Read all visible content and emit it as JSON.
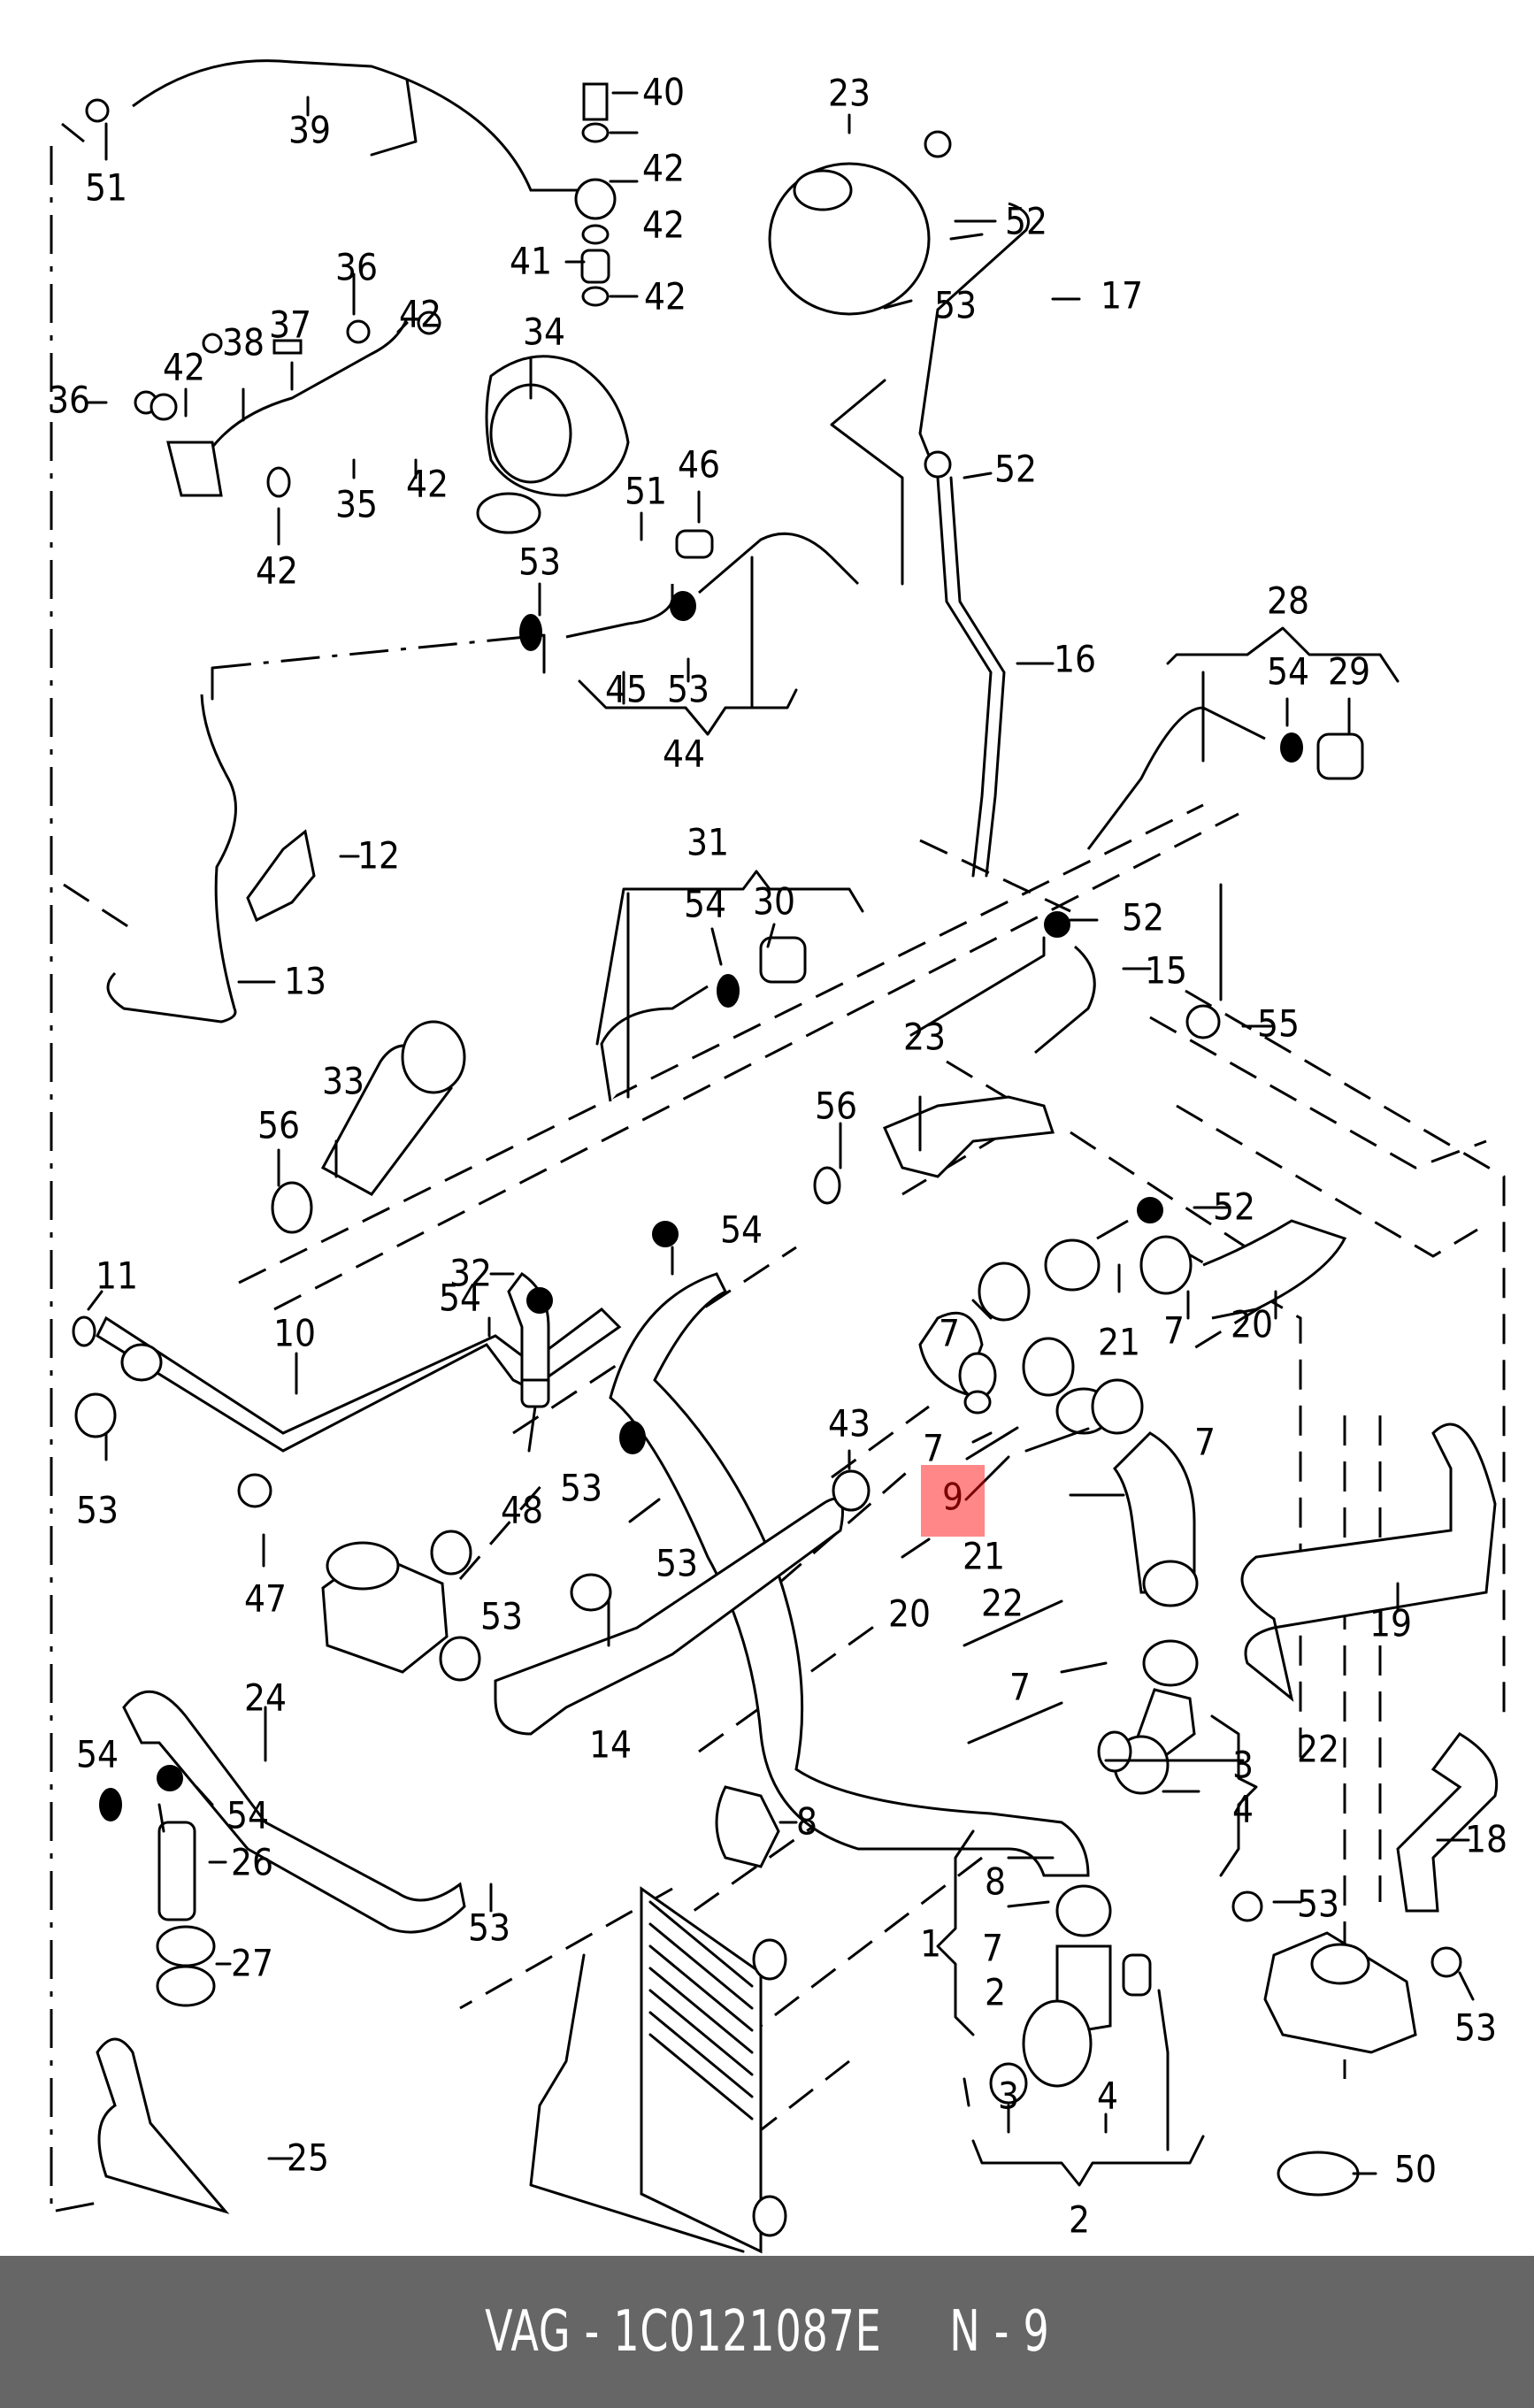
{
  "diagram": {
    "title": "Coolant system hoses and connections",
    "highlight": {
      "label": "9",
      "color": "#ff0000",
      "opacity": 0.47
    },
    "callouts": [
      {
        "id": "c51a",
        "label": "51"
      },
      {
        "id": "c39",
        "label": "39"
      },
      {
        "id": "c40",
        "label": "40"
      },
      {
        "id": "c42a",
        "label": "42"
      },
      {
        "id": "c42b",
        "label": "42"
      },
      {
        "id": "c41",
        "label": "41"
      },
      {
        "id": "c42c",
        "label": "42"
      },
      {
        "id": "c23a",
        "label": "23"
      },
      {
        "id": "c52a",
        "label": "52"
      },
      {
        "id": "c17",
        "label": "17"
      },
      {
        "id": "c53a",
        "label": "53"
      },
      {
        "id": "c36a",
        "label": "36"
      },
      {
        "id": "c42d",
        "label": "42"
      },
      {
        "id": "c38",
        "label": "38"
      },
      {
        "id": "c37",
        "label": "37"
      },
      {
        "id": "c36b",
        "label": "36"
      },
      {
        "id": "c42e",
        "label": "42"
      },
      {
        "id": "c34",
        "label": "34"
      },
      {
        "id": "c35",
        "label": "35"
      },
      {
        "id": "c42f",
        "label": "42"
      },
      {
        "id": "c42g",
        "label": "42"
      },
      {
        "id": "c52b",
        "label": "52"
      },
      {
        "id": "c46",
        "label": "46"
      },
      {
        "id": "c51b",
        "label": "51"
      },
      {
        "id": "c53b",
        "label": "53"
      },
      {
        "id": "c45",
        "label": "45"
      },
      {
        "id": "c53c",
        "label": "53"
      },
      {
        "id": "c44",
        "label": "44"
      },
      {
        "id": "c16",
        "label": "16"
      },
      {
        "id": "c28",
        "label": "28"
      },
      {
        "id": "c54a",
        "label": "54"
      },
      {
        "id": "c29",
        "label": "29"
      },
      {
        "id": "c12",
        "label": "12"
      },
      {
        "id": "c13",
        "label": "13"
      },
      {
        "id": "c31",
        "label": "31"
      },
      {
        "id": "c54b",
        "label": "54"
      },
      {
        "id": "c30",
        "label": "30"
      },
      {
        "id": "c52c",
        "label": "52"
      },
      {
        "id": "c15",
        "label": "15"
      },
      {
        "id": "c55",
        "label": "55"
      },
      {
        "id": "c33",
        "label": "33"
      },
      {
        "id": "c56a",
        "label": "56"
      },
      {
        "id": "c23b",
        "label": "23"
      },
      {
        "id": "c56b",
        "label": "56"
      },
      {
        "id": "c54c",
        "label": "54"
      },
      {
        "id": "c52d",
        "label": "52"
      },
      {
        "id": "c32",
        "label": "32"
      },
      {
        "id": "c11",
        "label": "11"
      },
      {
        "id": "c54d",
        "label": "54"
      },
      {
        "id": "c21a",
        "label": "21"
      },
      {
        "id": "c7a",
        "label": "7"
      },
      {
        "id": "c7b",
        "label": "7"
      },
      {
        "id": "c20a",
        "label": "20"
      },
      {
        "id": "c10",
        "label": "10"
      },
      {
        "id": "c53d",
        "label": "53"
      },
      {
        "id": "c48",
        "label": "48"
      },
      {
        "id": "c53e",
        "label": "53"
      },
      {
        "id": "c43",
        "label": "43"
      },
      {
        "id": "c7c",
        "label": "7"
      },
      {
        "id": "c7d",
        "label": "7"
      },
      {
        "id": "c9",
        "label": "9"
      },
      {
        "id": "c47",
        "label": "47"
      },
      {
        "id": "c21b",
        "label": "21"
      },
      {
        "id": "c53f",
        "label": "53"
      },
      {
        "id": "c53g",
        "label": "53"
      },
      {
        "id": "c20b",
        "label": "20"
      },
      {
        "id": "c22a",
        "label": "22"
      },
      {
        "id": "c19",
        "label": "19"
      },
      {
        "id": "c14",
        "label": "14"
      },
      {
        "id": "c24",
        "label": "24"
      },
      {
        "id": "c7e",
        "label": "7"
      },
      {
        "id": "c22b",
        "label": "22"
      },
      {
        "id": "c3a",
        "label": "3"
      },
      {
        "id": "c54e",
        "label": "54"
      },
      {
        "id": "c54f",
        "label": "54"
      },
      {
        "id": "c4a",
        "label": "4"
      },
      {
        "id": "c8a",
        "label": "8"
      },
      {
        "id": "c26",
        "label": "26"
      },
      {
        "id": "c18",
        "label": "18"
      },
      {
        "id": "c8b",
        "label": "8"
      },
      {
        "id": "c53h",
        "label": "53"
      },
      {
        "id": "c53i",
        "label": "53"
      },
      {
        "id": "c1",
        "label": "1"
      },
      {
        "id": "c7f",
        "label": "7"
      },
      {
        "id": "c27",
        "label": "27"
      },
      {
        "id": "c2a",
        "label": "2"
      },
      {
        "id": "c53j",
        "label": "53"
      },
      {
        "id": "c25",
        "label": "25"
      },
      {
        "id": "c3b",
        "label": "3"
      },
      {
        "id": "c4b",
        "label": "4"
      },
      {
        "id": "c50",
        "label": "50"
      },
      {
        "id": "c2b",
        "label": "2"
      }
    ]
  },
  "footer": {
    "text": "VAG - 1C0121087E     N - 9",
    "background": "#666666",
    "color": "#ffffff"
  }
}
